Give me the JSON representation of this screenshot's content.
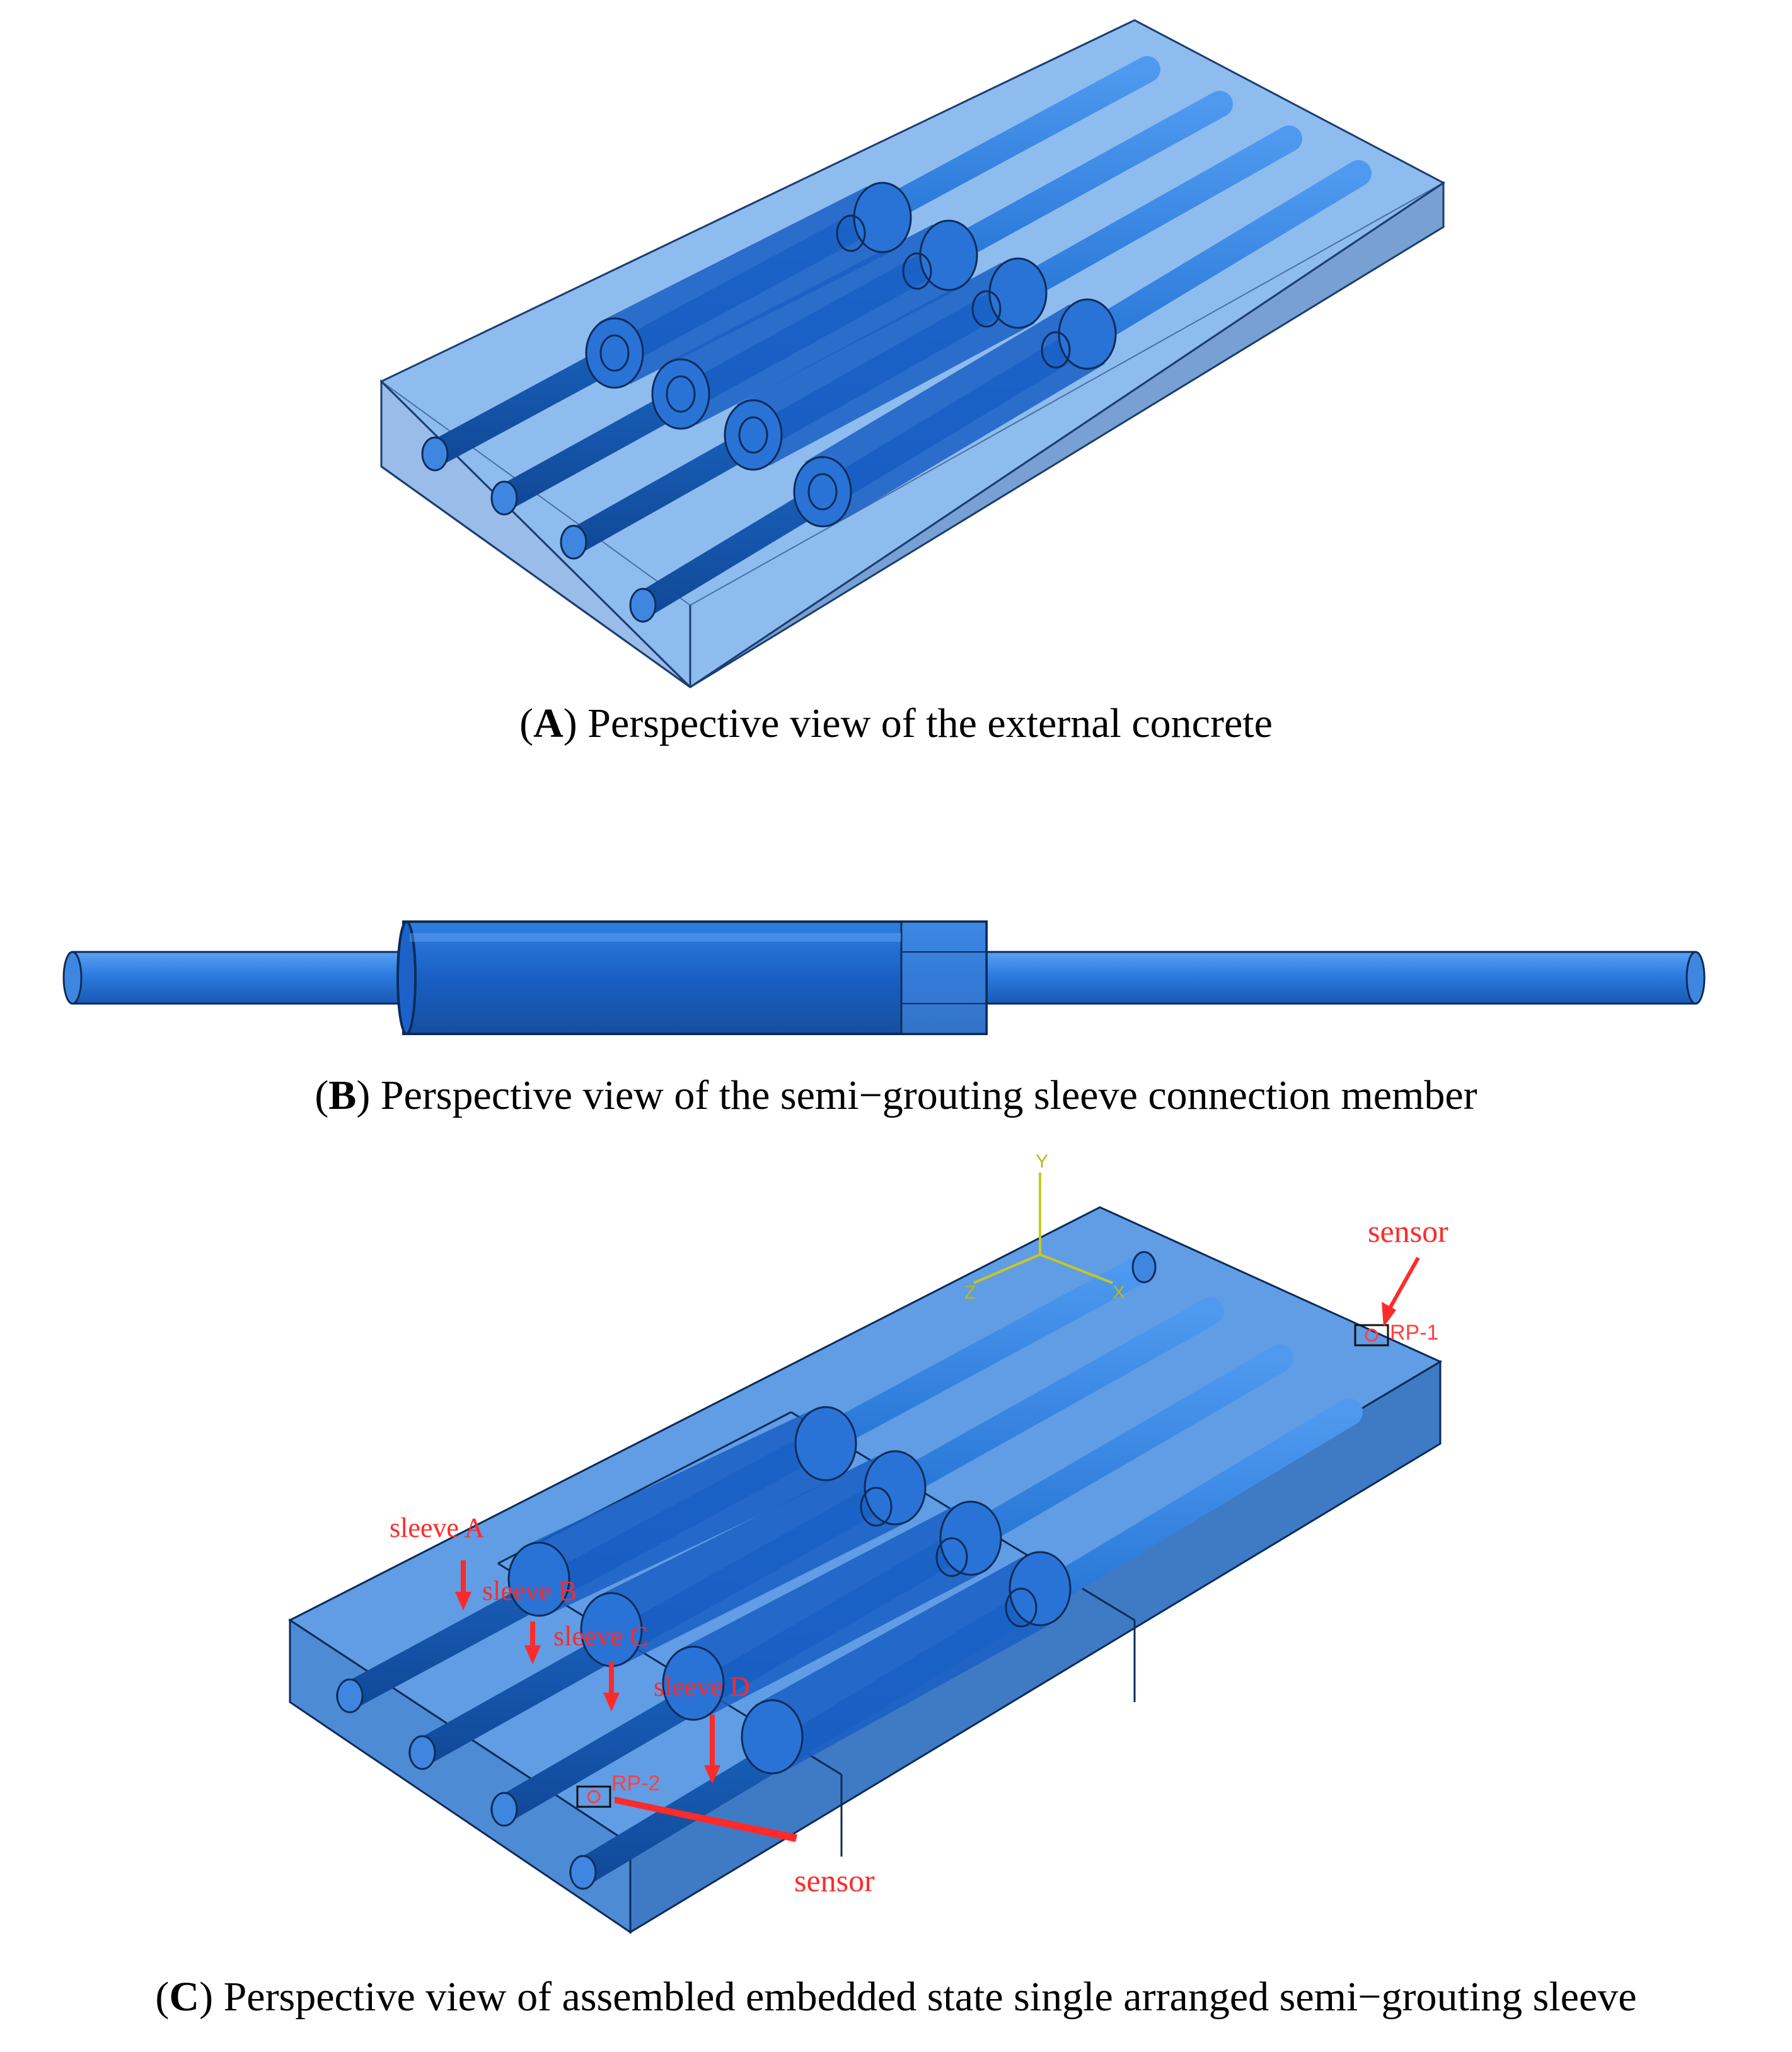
{
  "figure": {
    "panel_a": {
      "caption_letter": "A",
      "caption_text": " Perspective view of the external concrete"
    },
    "panel_b": {
      "caption_letter": "B",
      "caption_text": " Perspective view of the semi−grouting sleeve connection member"
    },
    "panel_c": {
      "caption_letter": "C",
      "caption_text": " Perspective view of assembled embedded state single arranged semi−grouting sleeve",
      "labels": {
        "sleeve_a": "sleeve A",
        "sleeve_b": "sleeve B",
        "sleeve_c": "sleeve C",
        "sleeve_d": "sleeve D",
        "sensor_top": "sensor",
        "sensor_bottom": "sensor",
        "rp1": "RP-1",
        "rp2": "RP-2",
        "axis_y": "Y",
        "axis_x": "X",
        "axis_z": "Z"
      }
    }
  },
  "colors": {
    "concrete_fill": "#4a90e2",
    "rebar": "#1f6fd1",
    "sleeve": "#1a5fc4",
    "edge": "#0b2c5a",
    "annotation": "#ff2a2a",
    "axis": "#c8c81e"
  }
}
